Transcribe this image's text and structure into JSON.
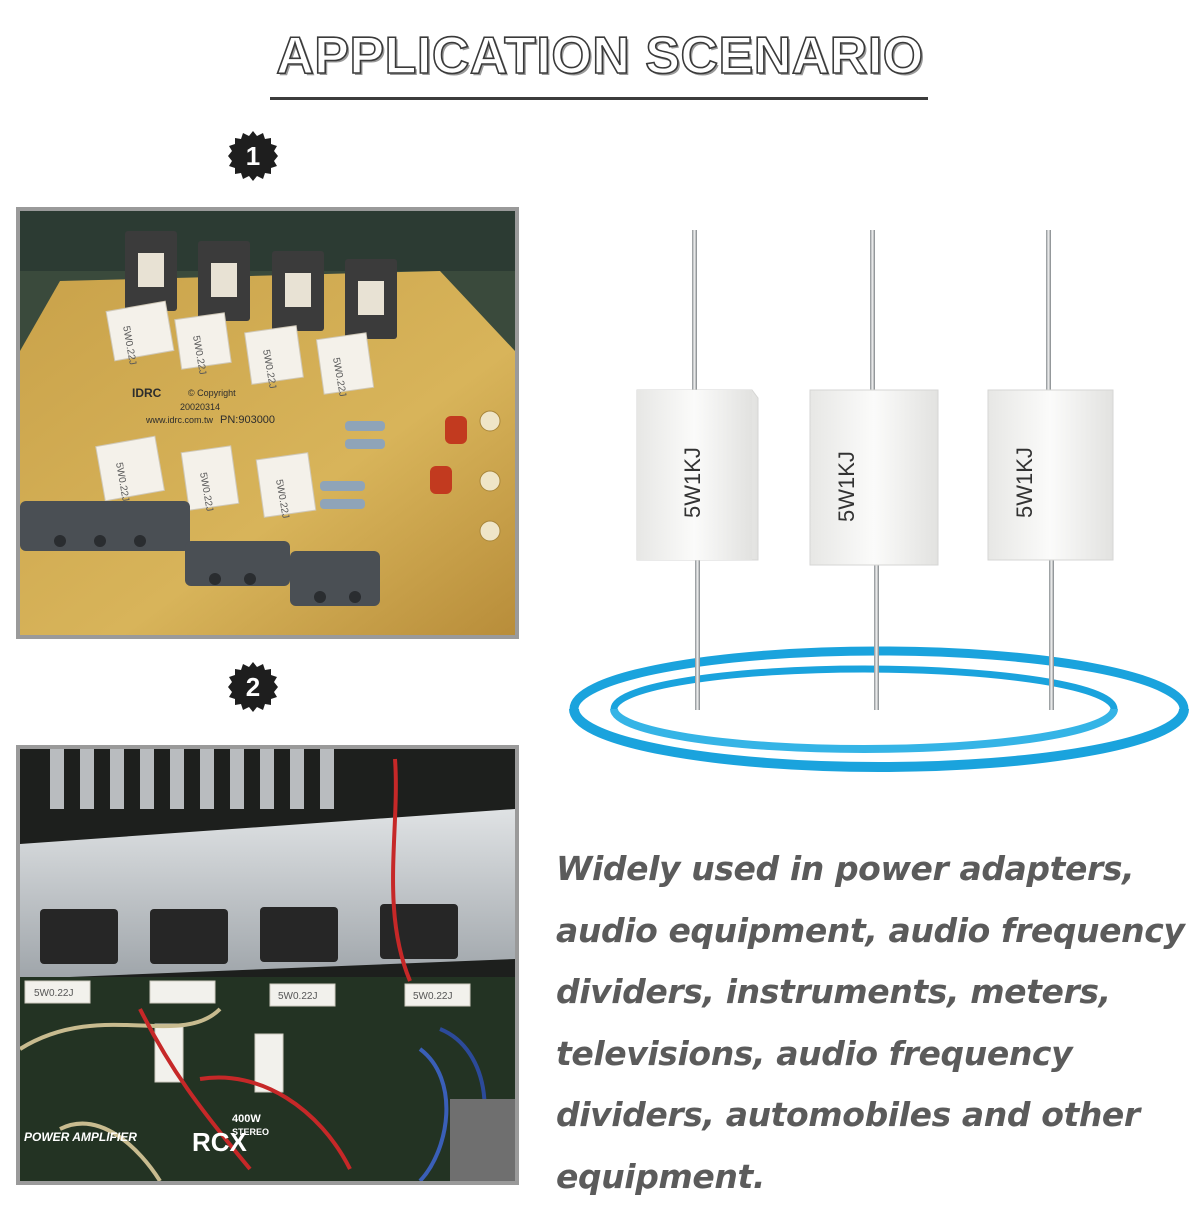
{
  "header": {
    "title": "APPLICATION SCENARIO"
  },
  "scenarios": [
    {
      "number": "1",
      "photo_description": "Amplifier circuit board with white ceramic cement resistors",
      "board_texts": {
        "brand": "IDRC",
        "copyright": "© Copyright",
        "date": "20020314",
        "pn": "PN:903000",
        "url": "www.idrc.com.tw",
        "resistor_label": "5W0.22J"
      }
    },
    {
      "number": "2",
      "photo_description": "Power amplifier with heatsink and cement resistors",
      "board_texts": {
        "brand": "RCX",
        "power": "400W",
        "stereo": "STEREO",
        "amp": "POWER AMPLIFIER",
        "resistor_label": "5W0.22J"
      }
    }
  ],
  "product": {
    "resistor_label": "5W1KJ",
    "count": 3,
    "colors": {
      "body": "#f4f4f2",
      "ring": "#1aa3dd"
    }
  },
  "description": "Widely used in power adapters, audio equipment, audio frequency dividers, instruments, meters, televisions, audio frequency dividers, automobiles and other equipment.",
  "colors": {
    "text": "#5b5b5b",
    "badge": "#1e1e1e",
    "frame": "#9a9a9a"
  }
}
